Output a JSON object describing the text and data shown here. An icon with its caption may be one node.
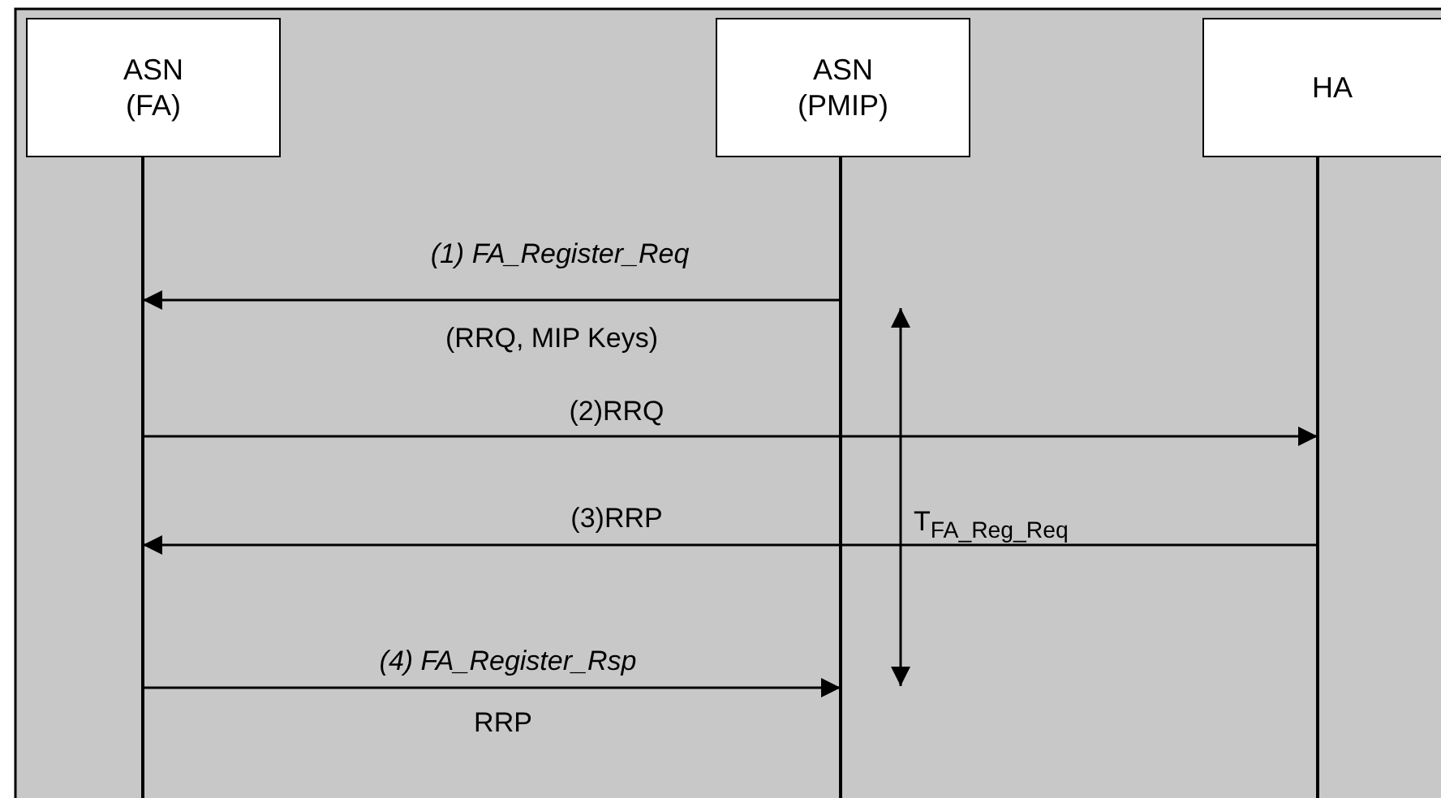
{
  "diagram": {
    "nodes": [
      {
        "text": [
          "ASN (FA)"
        ]
      },
      {
        "text": [
          "ASN (PMIP)"
        ]
      },
      {
        "text": [
          "HA"
        ]
      },
      {
        "text": [],
        "shape": "line"
      },
      {
        "text": [],
        "shape": "line"
      },
      {
        "text": [],
        "shape": "line"
      }
    ],
    "edges": [
      {
        "from": 4,
        "to": 3,
        "arrow": "to",
        "label": "(1) FA_Register_Req"
      },
      {
        "from": 3,
        "to": 5,
        "arrow": "to",
        "label": "(2)RRQ"
      },
      {
        "from": 5,
        "to": 3,
        "arrow": "to",
        "label": "(3)RRP"
      },
      {
        "from": 3,
        "to": 4,
        "arrow": "to",
        "label": "(4) FA_Register_Rsp"
      }
    ],
    "labels": [
      "(RRQ, MIP Keys)",
      "T$_{FA_Reg_Req}$",
      "RRP"
    ]
  }
}
